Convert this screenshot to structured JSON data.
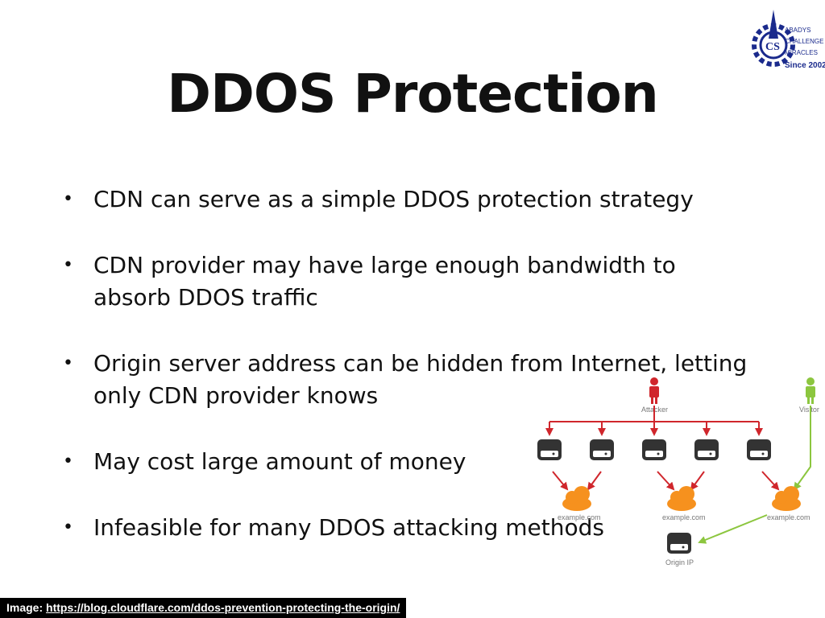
{
  "slide": {
    "title": "DDOS Protection",
    "bullets": [
      {
        "text": "CDN can serve as a simple DDOS protection strategy"
      },
      {
        "text": "CDN provider may have large enough bandwidth to absorb DDOS traffic"
      },
      {
        "text": "Origin server address can be hidden from Internet, letting only CDN provider knows"
      },
      {
        "text": "May cost large amount of money"
      },
      {
        "text": "Infeasible for many DDOS attacking methods"
      }
    ],
    "bullet_glyph": "•"
  },
  "logo": {
    "icon": "gear-icon",
    "lines": [
      "ABADYS",
      "CHALLENGE",
      "MIRACLES",
      "Since 2002"
    ],
    "monogram": "CS",
    "color": "#1a2a8c"
  },
  "diagram": {
    "attacker_label": "Attacker",
    "visitor_label": "Visitor",
    "cdn_label": "example.com",
    "origin_label": "Origin IP",
    "attack_color": "#d0262c",
    "visitor_color": "#8cc63f",
    "cloud_color": "#f6911e",
    "server_color": "#333333"
  },
  "caption": {
    "prefix": "Image: ",
    "url": "https://blog.cloudflare.com/ddos-prevention-protecting-the-origin/"
  }
}
